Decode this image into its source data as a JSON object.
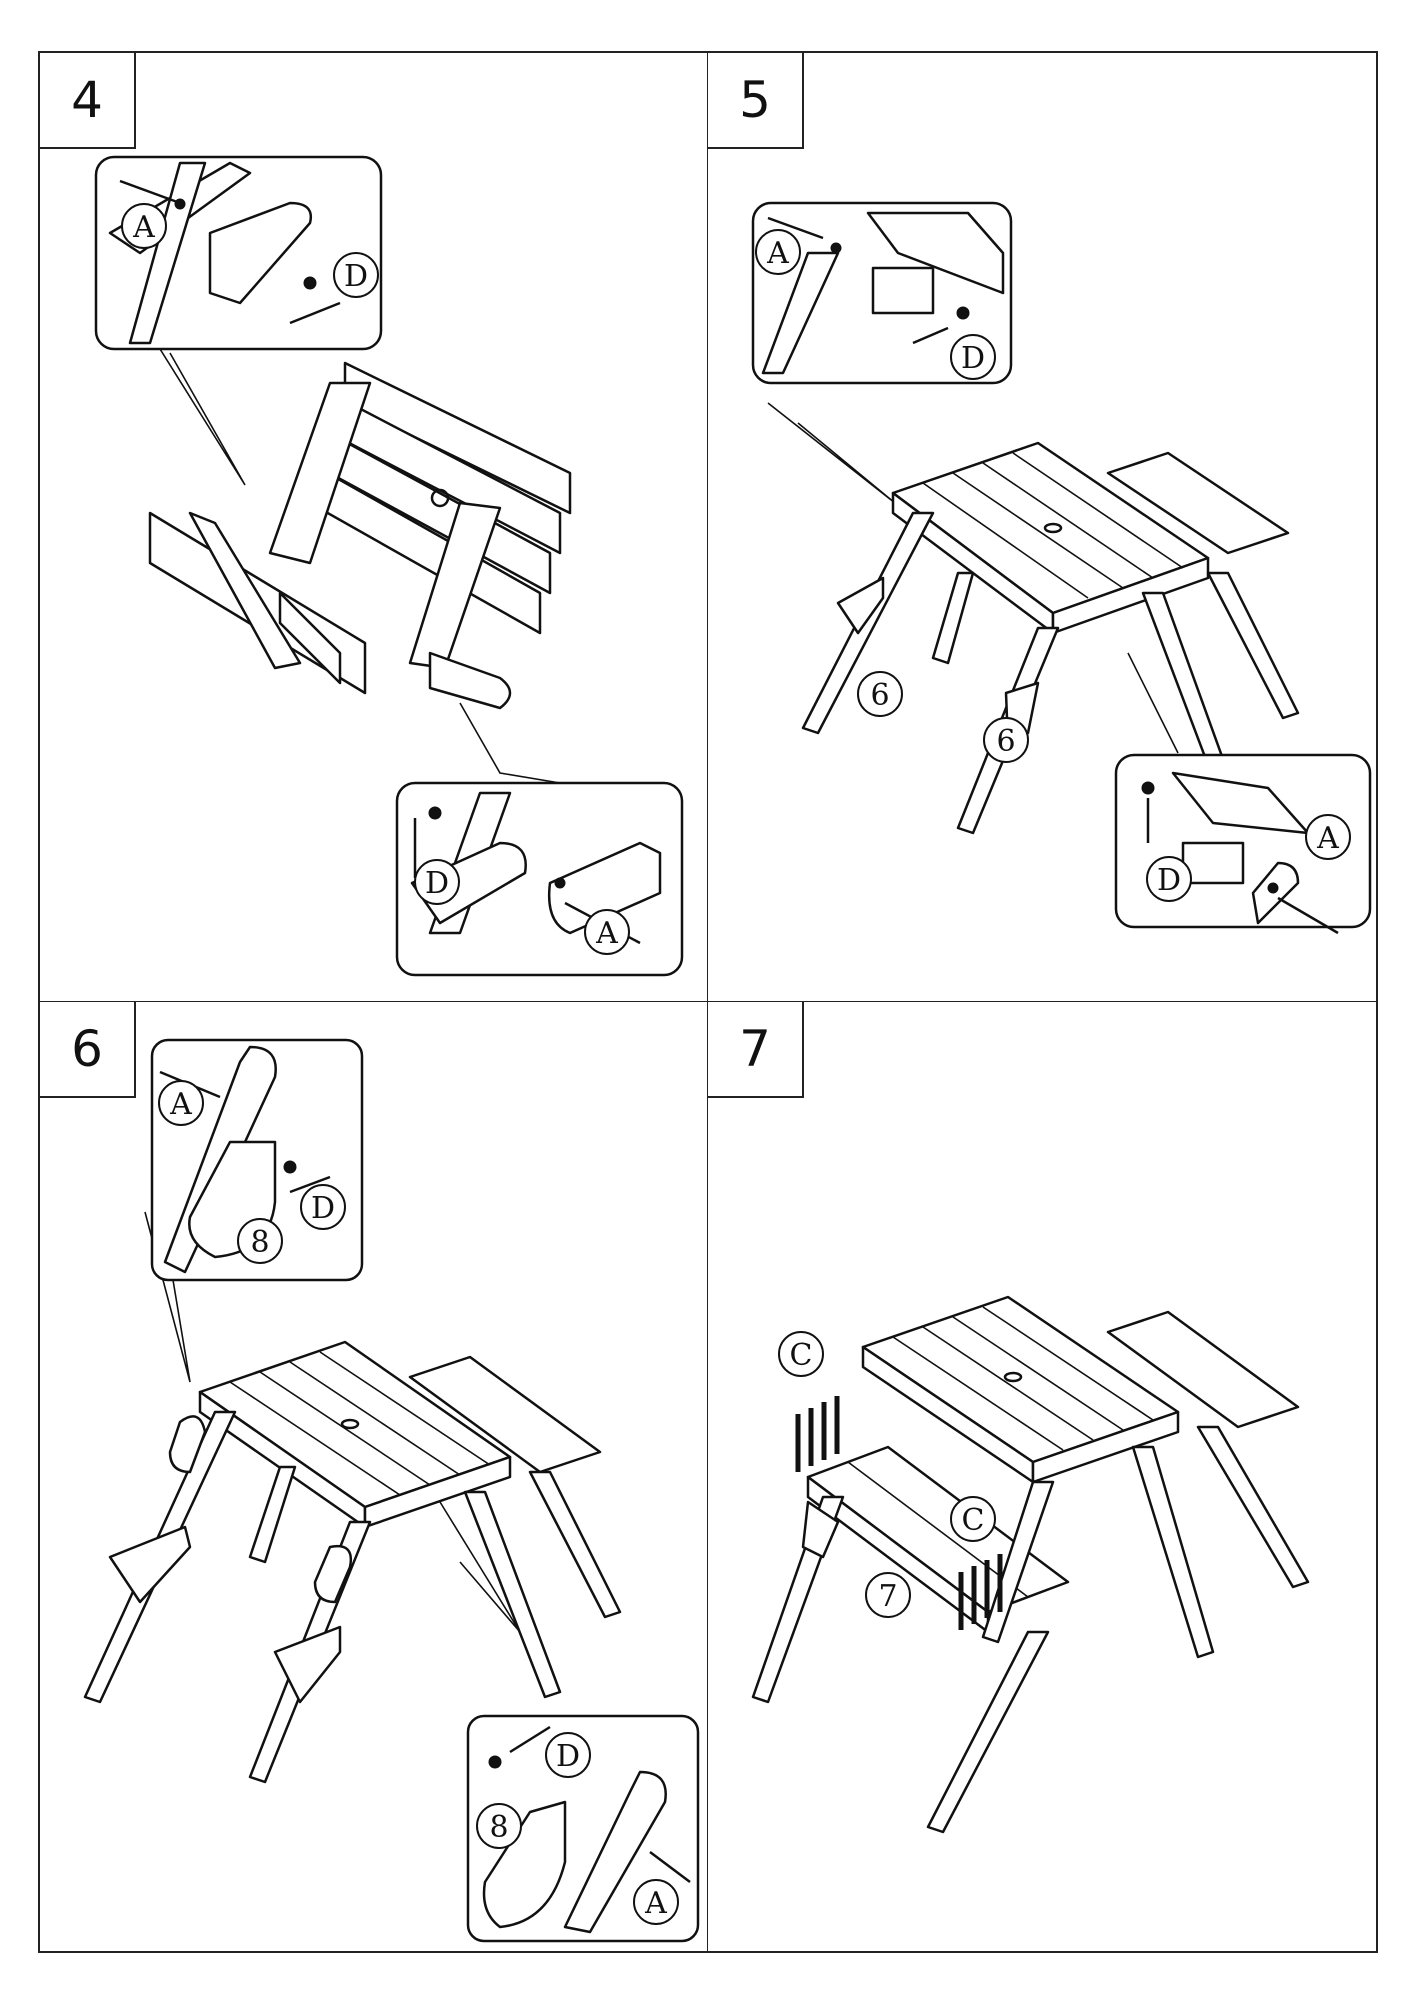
{
  "steps": [
    {
      "number": "4",
      "labels": {
        "a_top": "A",
        "d_top": "D",
        "d_bottom": "D",
        "a_bottom": "A"
      }
    },
    {
      "number": "5",
      "labels": {
        "a_top": "A",
        "d_top": "D",
        "part_left": "6",
        "part_right": "6",
        "d_bottom": "D",
        "a_bottom": "A"
      }
    },
    {
      "number": "6",
      "labels": {
        "a_top": "A",
        "d_top": "D",
        "part_top": "8",
        "d_bottom": "D",
        "part_bottom": "8",
        "a_bottom": "A"
      }
    },
    {
      "number": "7",
      "labels": {
        "c_left": "C",
        "c_right": "C",
        "part": "7"
      }
    }
  ]
}
